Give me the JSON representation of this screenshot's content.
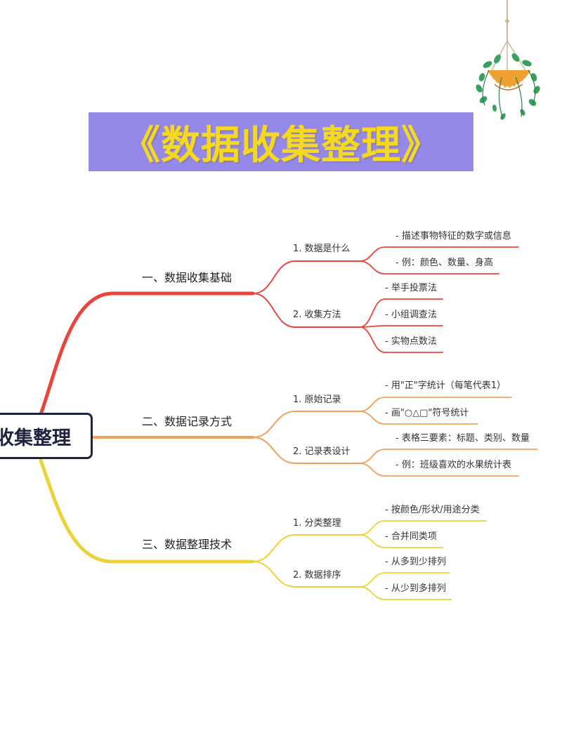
{
  "title": "《数据收集整理》",
  "root": "收集整理",
  "colors": {
    "banner": "#9488e8",
    "title_text": "#f5d820",
    "branch_red": "#e8453c",
    "branch_orange": "#f0a05a",
    "branch_yellow": "#ecd23a",
    "root_border": "#1e2440"
  },
  "branches": [
    {
      "label": "一、数据收集基础",
      "subs": [
        {
          "label": "1. 数据是什么",
          "leaves": [
            "- 描述事物特征的数字或信息",
            "- 例：颜色、数量、身高"
          ]
        },
        {
          "label": "2. 收集方法",
          "leaves": [
            "- 举手投票法",
            "- 小组调查法",
            "- 实物点数法"
          ]
        }
      ]
    },
    {
      "label": "二、数据记录方式",
      "subs": [
        {
          "label": "1. 原始记录",
          "leaves": [
            "- 用\"正\"字统计（每笔代表1）",
            "- 画\"○△□\"符号统计"
          ]
        },
        {
          "label": "2. 记录表设计",
          "leaves": [
            "- 表格三要素：标题、类别、数量",
            "- 例：班级喜欢的水果统计表"
          ]
        }
      ]
    },
    {
      "label": "三、数据整理技术",
      "subs": [
        {
          "label": "1. 分类整理",
          "leaves": [
            "- 按颜色/形状/用途分类",
            "- 合并同类项"
          ]
        },
        {
          "label": "2. 数据排序",
          "leaves": [
            "- 从多到少排列",
            "- 从少到多排列"
          ]
        }
      ]
    }
  ],
  "decoration": "hanging-plant-icon"
}
